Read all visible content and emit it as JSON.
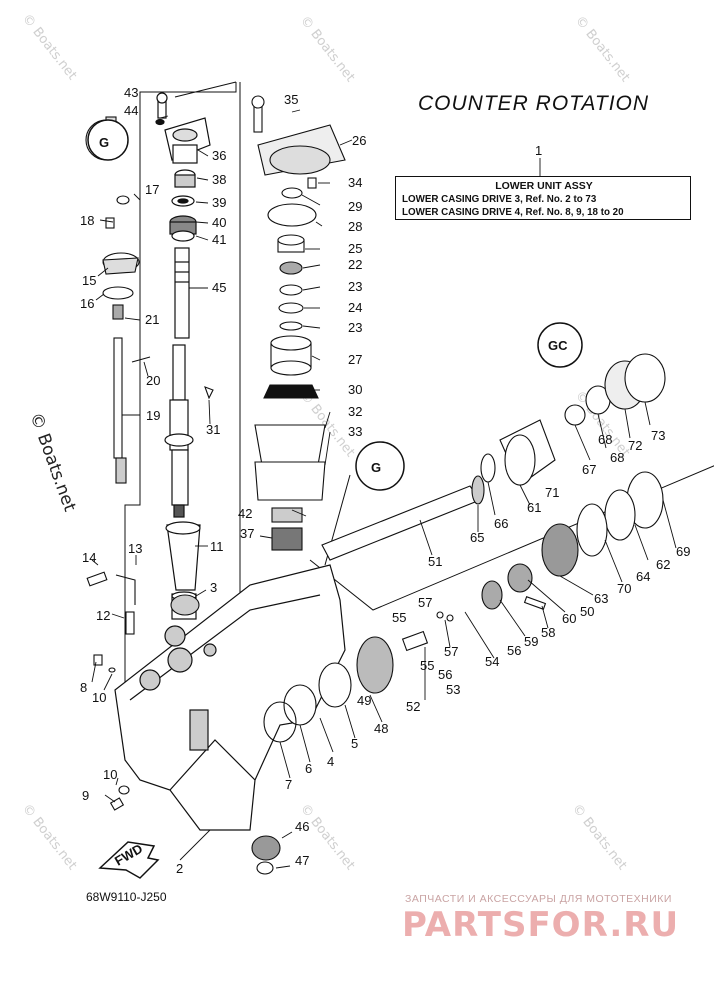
{
  "heading": "COUNTER ROTATION",
  "assembly_box": {
    "callout": "1",
    "title": "LOWER UNIT ASSY",
    "rows": [
      "LOWER CASING DRIVE 3,   Ref. No. 2 to 73",
      "LOWER CASING DRIVE 4,   Ref. No. 8, 9, 18 to 20"
    ]
  },
  "callouts": [
    "2",
    "3",
    "4",
    "5",
    "6",
    "7",
    "8",
    "9",
    "10",
    "10",
    "11",
    "12",
    "13",
    "14",
    "15",
    "16",
    "17",
    "18",
    "19",
    "20",
    "21",
    "22",
    "23",
    "23",
    "24",
    "25",
    "26",
    "27",
    "28",
    "29",
    "30",
    "31",
    "32",
    "33",
    "34",
    "35",
    "36",
    "37",
    "38",
    "39",
    "40",
    "41",
    "42",
    "43",
    "44",
    "45",
    "46",
    "47",
    "48",
    "49",
    "50",
    "51",
    "52",
    "53",
    "54",
    "55",
    "55",
    "56",
    "56",
    "57",
    "57",
    "58",
    "59",
    "60",
    "61",
    "62",
    "63",
    "64",
    "65",
    "66",
    "67",
    "68",
    "68",
    "69",
    "70",
    "71",
    "72",
    "73"
  ],
  "direction_arrow": "FWD",
  "part_code": "68W9110-J250",
  "watermark": "© Boats.net",
  "promo": {
    "tagline": "ЗАПЧАСТИ И АКСЕССУАРЫ ДЛЯ МОТОТЕХНИКИ",
    "brand": "PARTSFOR.RU",
    "color": "#e8a0a0"
  },
  "icons": [
    "grease-symbol-icon",
    "forward-arrow-icon"
  ]
}
